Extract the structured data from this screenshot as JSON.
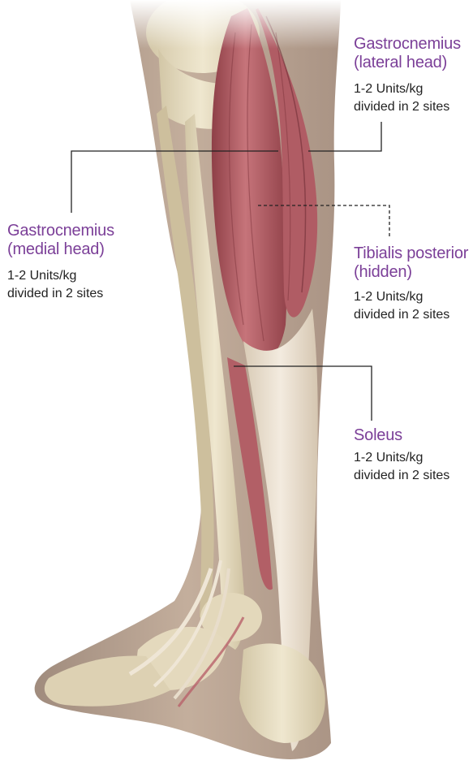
{
  "colors": {
    "label": "#7b3f98",
    "dose_text": "#222222",
    "leader_line": "#222222",
    "muscle": "#b8626a",
    "tendon": "#e8dccb",
    "bone": "#e6dcc0",
    "skin": "#b39a85"
  },
  "annotations": {
    "gastroc_lateral": {
      "name_line1": "Gastrocnemius",
      "name_line2": "(lateral head)",
      "dose_line1": "1-2 Units/kg",
      "dose_line2": "divided in 2 sites"
    },
    "gastroc_medial": {
      "name_line1": "Gastrocnemius",
      "name_line2": "(medial head)",
      "dose_line1": "1-2 Units/kg",
      "dose_line2": "divided in 2 sites"
    },
    "tibialis_posterior": {
      "name_line1": "Tibialis posterior",
      "name_line2": "(hidden)",
      "dose_line1": "1-2 Units/kg",
      "dose_line2": "divided in 2 sites"
    },
    "soleus": {
      "name_line1": "Soleus",
      "dose_line1": "1-2 Units/kg",
      "dose_line2": "divided in 2 sites"
    }
  }
}
